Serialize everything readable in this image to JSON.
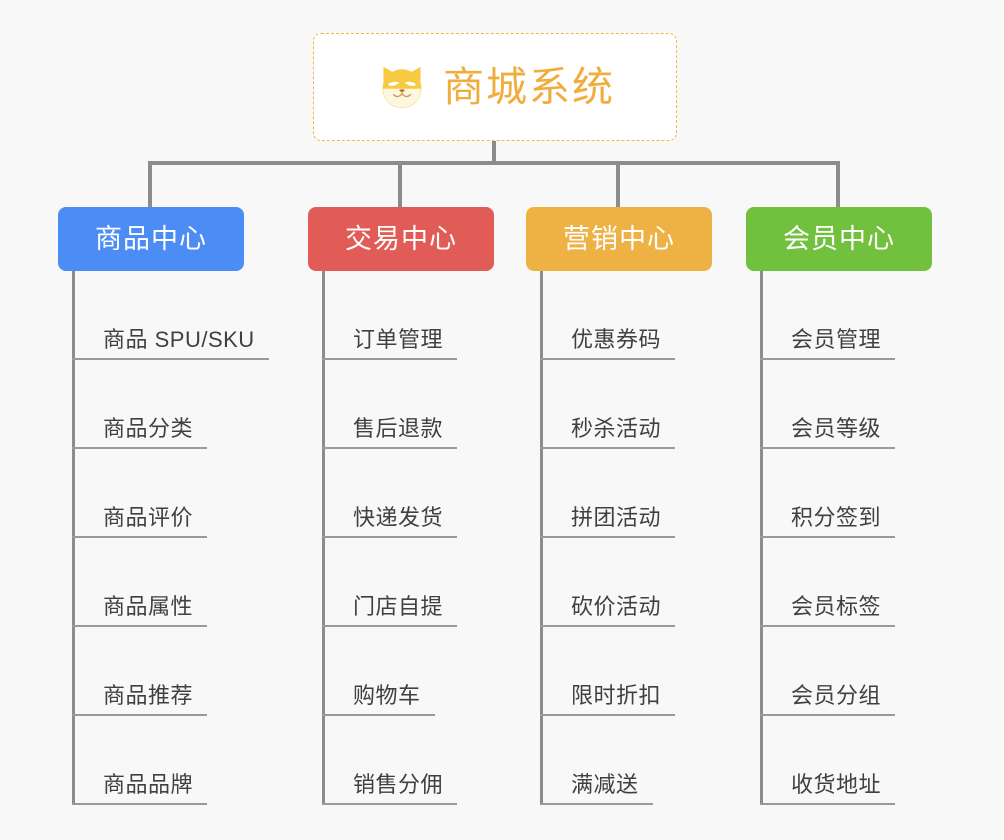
{
  "page": {
    "background_color": "#f8f8f8",
    "type": "mindmap"
  },
  "root": {
    "title": "商城系统",
    "icon": "shiba-dog-face-icon",
    "text_color": "#f0ad3e",
    "border_color": "#f0b940",
    "background_color": "#ffffff"
  },
  "connector": {
    "color": "#8c8c8c"
  },
  "branches": [
    {
      "label": "商品中心",
      "color": "#4c8cf5",
      "items": [
        "商品 SPU/SKU",
        "商品分类",
        "商品评价",
        "商品属性",
        "商品推荐",
        "商品品牌"
      ]
    },
    {
      "label": "交易中心",
      "color": "#e25c57",
      "items": [
        "订单管理",
        "售后退款",
        "快递发货",
        "门店自提",
        "购物车",
        "销售分佣"
      ]
    },
    {
      "label": "营销中心",
      "color": "#edb144",
      "items": [
        "优惠券码",
        "秒杀活动",
        "拼团活动",
        "砍价活动",
        "限时折扣",
        "满减送"
      ]
    },
    {
      "label": "会员中心",
      "color": "#71c13f",
      "items": [
        "会员管理",
        "会员等级",
        "积分签到",
        "会员标签",
        "会员分组",
        "收货地址"
      ]
    }
  ]
}
